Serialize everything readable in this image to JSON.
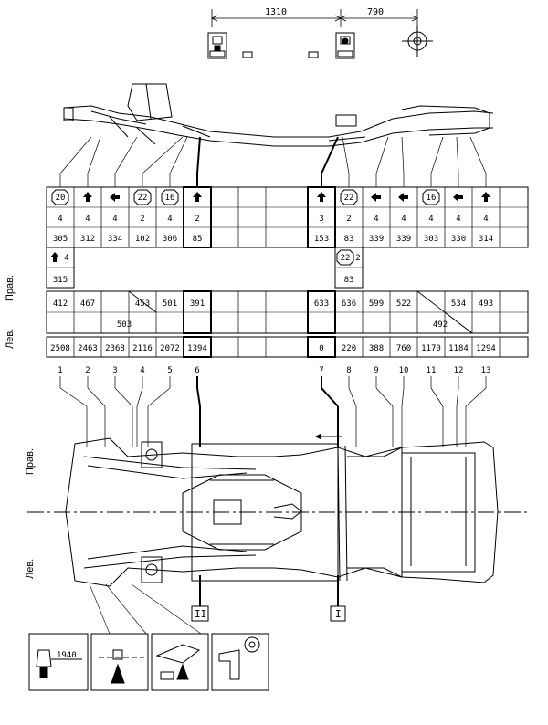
{
  "top_dims": {
    "a": "1310",
    "b": "790"
  },
  "side_labels": {
    "right_top": "Прав.",
    "left_top": "Лев.",
    "right_bottom": "Прав.",
    "left_bottom": "Лев."
  },
  "col_numbers": [
    "1",
    "2",
    "3",
    "4",
    "5",
    "6",
    "7",
    "8",
    "9",
    "10",
    "11",
    "12",
    "13"
  ],
  "badges": [
    "20",
    "22",
    "16",
    "22",
    "16"
  ],
  "row_qty": [
    "4",
    "4",
    "4",
    "2",
    "4",
    "2",
    "3",
    "2",
    "4",
    "4",
    "4",
    "4",
    "4"
  ],
  "row_val": [
    "305",
    "312",
    "334",
    "102",
    "306",
    "85",
    "153",
    "83",
    "339",
    "339",
    "303",
    "330",
    "314"
  ],
  "extra_left": {
    "qty": "4",
    "val": "315"
  },
  "extra_right": {
    "badge": "22",
    "qty": "2",
    "val": "83"
  },
  "row_right_upper": [
    "412",
    "467",
    "",
    "453",
    "501",
    "391",
    "633",
    "636",
    "599",
    "522",
    "",
    "534",
    "493"
  ],
  "row_left_lower": {
    "c3": "503",
    "c11": "492"
  },
  "row_dist": [
    "2508",
    "2463",
    "2368",
    "2116",
    "2072",
    "1394",
    "0",
    "220",
    "388",
    "760",
    "1170",
    "1184",
    "1294"
  ],
  "markers": {
    "left": "II",
    "right": "I"
  },
  "inset_dim": "1940"
}
